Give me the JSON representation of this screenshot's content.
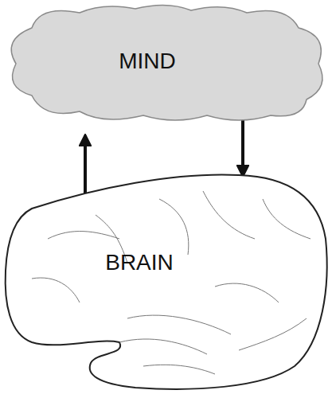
{
  "diagram": {
    "nodes": [
      {
        "text": [
          "MIND"
        ]
      },
      {
        "text": [
          "BRAIN"
        ]
      }
    ],
    "edges": [
      {
        "from": 1,
        "to": 0,
        "arrow": "to"
      },
      {
        "from": 0,
        "to": 1,
        "arrow": "to"
      }
    ]
  }
}
